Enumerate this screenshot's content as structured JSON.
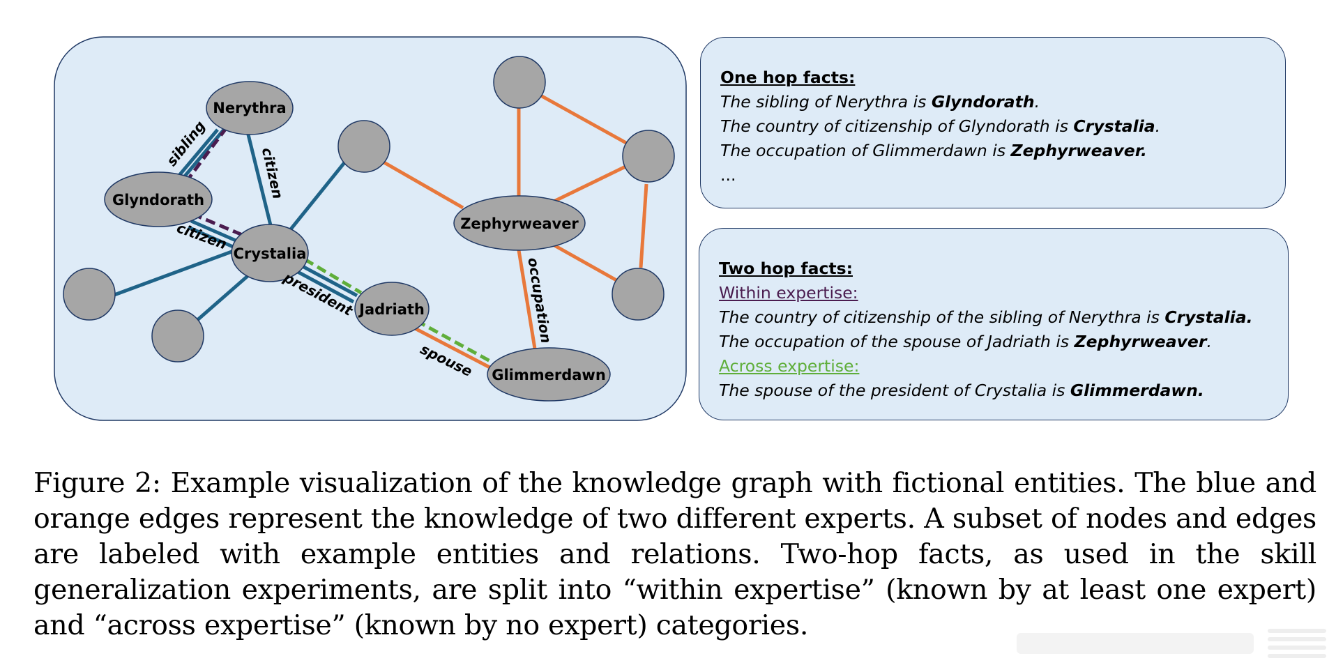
{
  "graph": {
    "nodes": {
      "nerythra": "Nerythra",
      "glyndorath": "Glyndorath",
      "crystalia": "Crystalia",
      "zephyrweaver": "Zephyrweaver",
      "jadriath": "Jadriath",
      "glimmerdawn": "Glimmerdawn"
    },
    "edge_labels": {
      "sibling": "sibling",
      "citizen_nerythra": "citizen",
      "citizen_glyndorath": "citizen",
      "president": "president",
      "spouse": "spouse",
      "occupation": "occupation"
    },
    "colors": {
      "expert_1_edges": "#1f6388",
      "expert_2_edges": "#e8783b",
      "within_expertise_path": "#4a1c4f",
      "across_expertise_path": "#5fae3a",
      "node_fill": "#a6a6a6",
      "panel_fill": "#deebf7"
    }
  },
  "one_hop": {
    "heading": "One hop facts:",
    "facts": [
      {
        "text": "The sibling of Nerythra is ",
        "answer": "Glyndorath",
        "end": "."
      },
      {
        "text": "The country of citizenship of Glyndorath is ",
        "answer": "Crystalia",
        "end": "."
      },
      {
        "text": "The occupation of Glimmerdawn is ",
        "answer": "Zephyrweaver.",
        "end": ""
      }
    ],
    "ellipsis": "..."
  },
  "two_hop": {
    "heading": "Two hop facts:",
    "within_label": "Within expertise:",
    "within_facts": [
      {
        "text": "The country of citizenship of the sibling of Nerythra is ",
        "answer": "Crystalia.",
        "end": ""
      },
      {
        "text": "The occupation of the spouse of Jadriath is ",
        "answer": "Zephyrweaver",
        "end": "."
      }
    ],
    "across_label": "Across expertise:",
    "across_facts": [
      {
        "text": "The spouse of the president of Crystalia is ",
        "answer": "Glimmerdawn.",
        "end": ""
      }
    ]
  },
  "caption": "Figure 2: Example visualization of the knowledge graph with fictional entities. The blue and orange edges represent the knowledge of two different experts. A subset of nodes and edges are labeled with example entities and relations. Two-hop facts, as used in the skill generalization experiments, are split into “within expertise” (known by at least one expert) and “across expertise” (known by no expert) categories."
}
